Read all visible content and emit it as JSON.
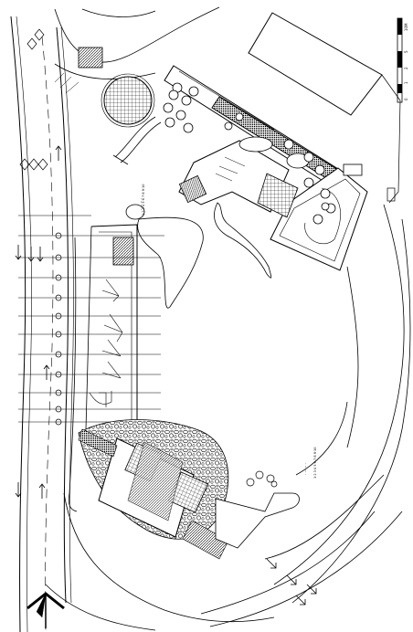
{
  "drawing": {
    "background": "#ffffff",
    "line_color": "#000000",
    "annotation_upper": "1·2 3·4 5·6 7·8 9·10",
    "annotation_lower": "1·2 3·4 5·6 7·8 9·10",
    "callout_upper": "· ··· ·· ·",
    "callout_lower": "· ··· ·· ·"
  },
  "scale_bar": {
    "label_top": "10M",
    "label_mid_1": "5",
    "label_mid_2": "2",
    "label_mid_3": "1",
    "label_bottom": "0"
  },
  "north_arrow": {
    "icon": "north-arrow-icon"
  }
}
